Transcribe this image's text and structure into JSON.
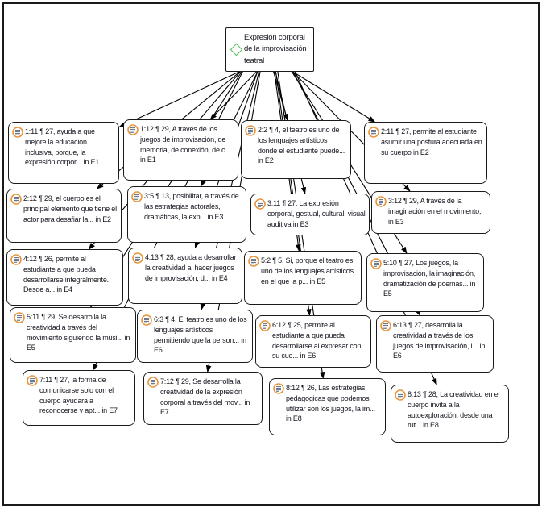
{
  "root": {
    "label": "Expresión corporal de la improvisación teatral"
  },
  "nodes": [
    {
      "label": "1:11 ¶ 27, ayuda a que mejore la educación inclusiva, porque, la expresión corpor... in E1"
    },
    {
      "label": "1:12 ¶ 29, A través de los juegos de improvisación, de memoria, de conexión, de c... in E1"
    },
    {
      "label": "2:2 ¶ 4, el teatro es uno de los lenguajes artísticos donde el estudiante puede... in E2"
    },
    {
      "label": "2:11 ¶ 27, permite al estudiante asumir una postura adecuada en su cuerpo in E2"
    },
    {
      "label": "2:12 ¶ 29, el cuerpo es el principal elemento que tiene el actor para desafiar la... in E2"
    },
    {
      "label": "3:5 ¶ 13, posibilitar, a través de las estrategias actorales, dramáticas, la exp... in E3"
    },
    {
      "label": "3:11 ¶ 27, La expresión corporal, gestual, cultural, visual auditiva in E3"
    },
    {
      "label": "3:12 ¶ 29, A través de la imaginación en el movimiento, in E3"
    },
    {
      "label": "4:12 ¶ 26, permite al estudiante a que pueda desarrollarse integralmente. Desde a... in E4"
    },
    {
      "label": "4:13 ¶ 28, ayuda a desarrollar la creatividad al hacer juegos de improvisación, d... in E4"
    },
    {
      "label": "5:2 ¶ 5, Si, porque el teatro es uno de los lenguajes artísticos en el que la p... in E5"
    },
    {
      "label": "5:10 ¶ 27, Los juegos, la improvisación, la imaginación, dramatización de poemas... in E5"
    },
    {
      "label": "5:11 ¶ 29, Se desarrolla la creatividad a través del movimiento siguiendo la músi... in E5"
    },
    {
      "label": "6:3 ¶ 4, El teatro es uno de los lenguajes artísticos permitiendo que la person... in E6"
    },
    {
      "label": "6:12 ¶ 25, permite al estudiante a que pueda desarrollarse al expresar con su cue... in E6"
    },
    {
      "label": "6:13 ¶ 27, desarrolla la creatividad a través de los juegos de improvisación, l... in E6"
    },
    {
      "label": "7:11 ¶ 27, la forma de comunicarse solo con el cuerpo ayudara a reconocerse y apt... in E7"
    },
    {
      "label": "7:12 ¶ 29, Se desarrolla la creatividad de la expresión corporal a través del mov... in E7"
    },
    {
      "label": "8:12 ¶ 26, Las estrategias pedagogicas que podemos utilizar son los juegos, la im... in E8"
    },
    {
      "label": "8:13 ¶ 28, La creatividad en el cuerpo invita a la autoexploración, desde una rut... in E8"
    }
  ],
  "icons": {
    "root": "diamond-icon",
    "quote": "quotation-icon"
  },
  "colors": {
    "quotation_ring": "#E8953C",
    "quotation_lines": "#6B7B8D",
    "root_diamond": "#4DBE4D",
    "node_border": "#1A1A1A",
    "text": "#14141E",
    "edge": "#000000"
  }
}
